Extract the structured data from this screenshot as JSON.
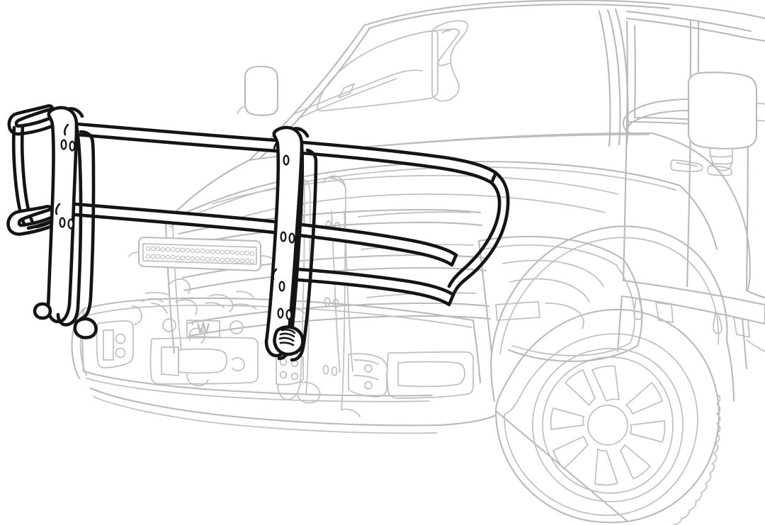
{
  "illustration": {
    "title": "Truck Grille Guard Line Art",
    "subject": "grille-guard",
    "view": "three-quarter front left",
    "style": "technical line drawing",
    "background_color": "#ffffff"
  },
  "colors": {
    "guard_stroke": "#141414",
    "vehicle_stroke": "#b9b9b9",
    "vehicle_stroke_light": "#bfbfbf",
    "fill": "#ffffff",
    "badge": "#bdbdbd"
  },
  "product": {
    "name": "grille-guard",
    "components": [
      {
        "id": "top-rail",
        "label": "Upper horizontal rail"
      },
      {
        "id": "mid-rail",
        "label": "Middle horizontal rail"
      },
      {
        "id": "lower-rail",
        "label": "Lower horizontal rail"
      },
      {
        "id": "left-upright",
        "label": "Left vertical upright"
      },
      {
        "id": "center-upright",
        "label": "Center vertical upright"
      },
      {
        "id": "wrap-bar",
        "label": "Right wrap-around bar"
      },
      {
        "id": "left-brace",
        "label": "Left angled support brace"
      },
      {
        "id": "left-foot",
        "label": "Left mounting foot"
      },
      {
        "id": "center-foot",
        "label": "Center mounting foot"
      }
    ],
    "fastener_hole_count": 14
  },
  "vehicle": {
    "type": "pickup-truck",
    "body_style": "crew cab",
    "visible_parts": [
      {
        "id": "hood",
        "label": "Hood"
      },
      {
        "id": "windshield",
        "label": "Windshield"
      },
      {
        "id": "wiper",
        "label": "Windshield wiper"
      },
      {
        "id": "cab",
        "label": "Cab"
      },
      {
        "id": "front-door",
        "label": "Front door"
      },
      {
        "id": "rear-door",
        "label": "Rear door"
      },
      {
        "id": "tow-mirror",
        "label": "Tow mirror"
      },
      {
        "id": "left-mirror",
        "label": "Left side mirror"
      },
      {
        "id": "grille",
        "label": "Front grille"
      },
      {
        "id": "headlight",
        "label": "Headlight assembly"
      },
      {
        "id": "front-bumper",
        "label": "Front bumper"
      },
      {
        "id": "fog-light",
        "label": "Fog light recess"
      },
      {
        "id": "winch",
        "label": "Winch"
      },
      {
        "id": "light-bar",
        "label": "LED light bar"
      },
      {
        "id": "front-wheel",
        "label": "Front wheel"
      },
      {
        "id": "running-board",
        "label": "Running board"
      },
      {
        "id": "bed",
        "label": "Truck bed"
      }
    ],
    "wheel": {
      "spoke_count": 8,
      "label": "8-spoke alloy wheel"
    },
    "light_bar": {
      "label": "Dual-row LED light bar",
      "rows": 2,
      "leds_per_row": 22
    },
    "bumper_badge": {
      "text": "W",
      "label": "Winch brand badge"
    }
  }
}
